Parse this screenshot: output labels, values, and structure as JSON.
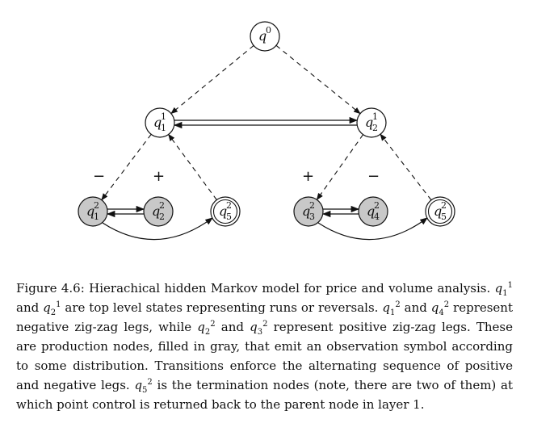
{
  "diagram": {
    "nodes": [
      {
        "id": "q0",
        "base": "q",
        "sup": "0",
        "sub": "",
        "style": "plain"
      },
      {
        "id": "q1_1",
        "base": "q",
        "sup": "1",
        "sub": "1",
        "style": "plain"
      },
      {
        "id": "q1_2",
        "base": "q",
        "sup": "1",
        "sub": "2",
        "style": "plain"
      },
      {
        "id": "q2_1",
        "base": "q",
        "sup": "2",
        "sub": "1",
        "style": "production",
        "fill": "#c8c8c8"
      },
      {
        "id": "q2_2",
        "base": "q",
        "sup": "2",
        "sub": "2",
        "style": "production",
        "fill": "#c8c8c8"
      },
      {
        "id": "q2_5a",
        "base": "q",
        "sup": "2",
        "sub": "5",
        "style": "terminal"
      },
      {
        "id": "q2_3",
        "base": "q",
        "sup": "2",
        "sub": "3",
        "style": "production",
        "fill": "#c8c8c8"
      },
      {
        "id": "q2_4",
        "base": "q",
        "sup": "2",
        "sub": "4",
        "style": "production",
        "fill": "#c8c8c8"
      },
      {
        "id": "q2_5b",
        "base": "q",
        "sup": "2",
        "sub": "5",
        "style": "terminal"
      }
    ],
    "edges": [
      {
        "from": "q0",
        "to": "q1_1",
        "style": "dashed"
      },
      {
        "from": "q0",
        "to": "q1_2",
        "style": "dashed"
      },
      {
        "from": "q1_1",
        "to": "q1_2",
        "style": "solid-double"
      },
      {
        "from": "q1_1",
        "to": "q2_1",
        "style": "dashed"
      },
      {
        "from": "q2_5a",
        "to": "q1_1",
        "style": "dashed"
      },
      {
        "from": "q1_2",
        "to": "q2_3",
        "style": "dashed"
      },
      {
        "from": "q2_5b",
        "to": "q1_2",
        "style": "dashed"
      },
      {
        "from": "q2_1",
        "to": "q2_2",
        "style": "solid-double"
      },
      {
        "from": "q2_3",
        "to": "q2_4",
        "style": "solid-double"
      },
      {
        "from": "q2_1",
        "to": "q2_5a",
        "style": "curved"
      },
      {
        "from": "q2_3",
        "to": "q2_5b",
        "style": "curved"
      }
    ],
    "signs": {
      "minus": "−",
      "plus": "+"
    }
  },
  "caption": {
    "label": "Figure 4.6:",
    "text_html": "Hierachical hidden Markov model for price and volume analysis. <i>q</i><sub>1</sub><sup>1</sup> and <i>q</i><sub>2</sub><sup>1</sup> are top level states representing runs or reversals. <i>q</i><sub>1</sub><sup>2</sup> and <i>q</i><sub>4</sub><sup>2</sup> represent negative zig-zag legs, while <i>q</i><sub>2</sub><sup>2</sup> and <i>q</i><sub>3</sub><sup>2</sup> represent positive zig-zag legs. These are production nodes, filled in gray, that emit an observation symbol according to some distribution. Transitions enforce the alternating sequence of positive and negative legs. <i>q</i><sub>5</sub><sup>2</sup> is the termination nodes (note, there are two of them) at which point control is returned back to the parent node in layer 1."
  }
}
